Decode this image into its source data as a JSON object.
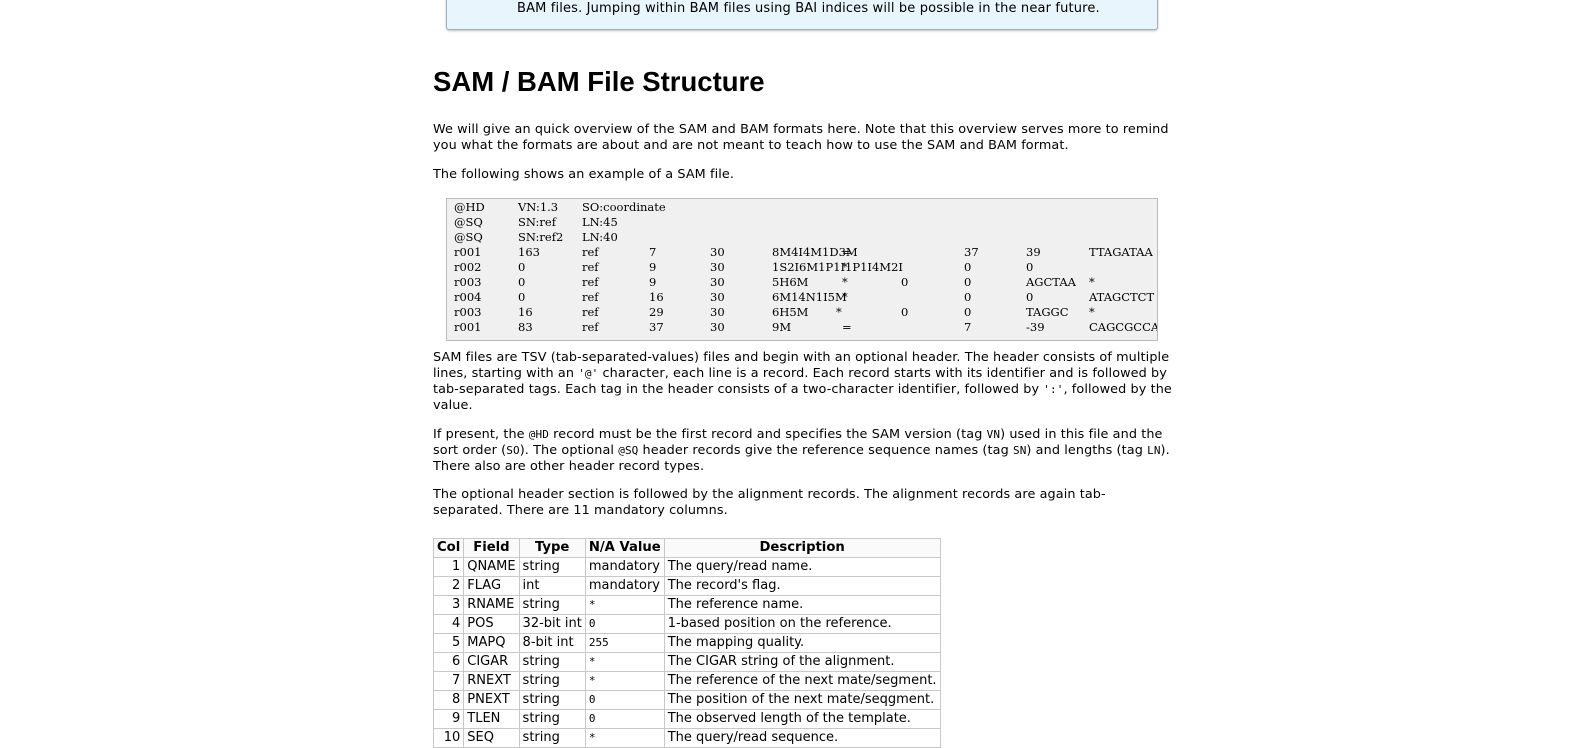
{
  "note": {
    "text": "BAM files. Jumping within BAM files using BAI indices will be possible in the near future."
  },
  "heading": "SAM / BAM File Structure",
  "paragraphs": {
    "intro": "We will give an quick overview of the SAM and BAM formats here. Note that this overview serves more to remind you what the formats are about and are not meant to teach how to use the SAM and BAM format.",
    "example_intro": "The following shows an example of a SAM file.",
    "tsv": {
      "t1": "SAM files are TSV (tab-separated-values) files and begin with an optional header. The header consists of multiple lines, starting with an ",
      "c1": "'@'",
      "t2": " character, each line is a record. Each record starts with its identifier and is followed by tab-separated tags. Each tag in the header consists of a two-character identifier, followed by ",
      "c2": "':'",
      "t3": ", followed by the value."
    },
    "hd": {
      "t1": "If present, the ",
      "c1": "@HD",
      "t2": " record must be the first record and specifies the SAM version (tag ",
      "c2": "VN",
      "t3": ") used in this file and the sort order (",
      "c3": "SO",
      "t4": "). The optional ",
      "c4": "@SQ",
      "t5": " header records give the reference sequence names (tag ",
      "c5": "SN",
      "t6": ") and lengths (tag ",
      "c6": "LN",
      "t7": "). There also are other header record types."
    },
    "alignment": "The optional header section is followed by the alignment records. The alignment records are again tab-separated. There are 11 mandatory columns."
  },
  "sam_example": [
    [
      "@HD",
      "VN:1.3",
      "SO:coordinate"
    ],
    [
      "@SQ",
      "SN:ref",
      "LN:45"
    ],
    [
      "@SQ",
      "SN:ref2",
      "LN:40"
    ],
    [
      "r001",
      "163",
      "ref",
      "7",
      "30",
      "8M4I4M1D3M",
      "=",
      "37",
      "39",
      "TTAGATAA"
    ],
    [
      "r002",
      "0",
      "ref",
      "9",
      "30",
      "1S2I6M1P1I1P1I4M2I",
      "*",
      "0",
      "0"
    ],
    [
      "r003",
      "0",
      "ref",
      "9",
      "30",
      "5H6M",
      "*",
      "0",
      "0",
      "AGCTAA",
      "*"
    ],
    [
      "r004",
      "0",
      "ref",
      "16",
      "30",
      "6M14N1I5M",
      "*",
      "0",
      "0",
      "ATAGCTCT"
    ],
    [
      "r003",
      "16",
      "ref",
      "29",
      "30",
      "6H5M",
      "*",
      "0",
      "0",
      "TAGGC",
      "*"
    ],
    [
      "r001",
      "83",
      "ref",
      "37",
      "30",
      "9M",
      "=",
      "7",
      "-39",
      "CAGCGCCAT"
    ]
  ],
  "fields_table": {
    "headers": [
      "Col",
      "Field",
      "Type",
      "N/A Value",
      "Description"
    ],
    "rows": [
      [
        "1",
        "QNAME",
        "string",
        "mandatory",
        "The query/read name."
      ],
      [
        "2",
        "FLAG",
        "int",
        "mandatory",
        "The record's flag."
      ],
      [
        "3",
        "RNAME",
        "string",
        "*",
        "The reference name."
      ],
      [
        "4",
        "POS",
        "32-bit int",
        "0",
        "1-based position on the reference."
      ],
      [
        "5",
        "MAPQ",
        "8-bit int",
        "255",
        "The mapping quality."
      ],
      [
        "6",
        "CIGAR",
        "string",
        "*",
        "The CIGAR string of the alignment."
      ],
      [
        "7",
        "RNEXT",
        "string",
        "*",
        "The reference of the next mate/segment."
      ],
      [
        "8",
        "PNEXT",
        "string",
        "0",
        "The position of the next mate/seqgment."
      ],
      [
        "9",
        "TLEN",
        "string",
        "0",
        "The observed length of the template."
      ],
      [
        "10",
        "SEQ",
        "string",
        "*",
        "The query/read sequence."
      ]
    ]
  }
}
